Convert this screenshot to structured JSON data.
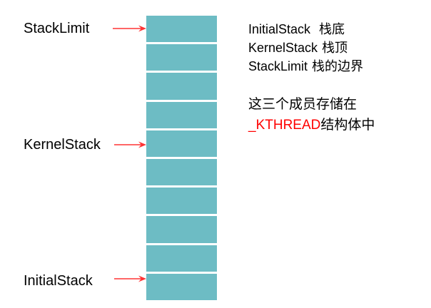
{
  "diagram": {
    "title": "kernel-stack-layout",
    "stack": {
      "block_count": 10,
      "fill_color": "#6dbcc4",
      "gap_color": "#ffffff"
    },
    "pointers": [
      {
        "label": "StackLimit",
        "target_block": 1,
        "arrow_color": "#ff3333",
        "arrow_icon": "right-arrow-icon"
      },
      {
        "label": "KernelStack",
        "target_block": 5,
        "arrow_color": "#ff3333",
        "arrow_icon": "right-arrow-icon"
      },
      {
        "label": "InitialStack",
        "target_block": 10,
        "arrow_color": "#ff3333",
        "arrow_icon": "right-arrow-icon"
      }
    ],
    "legend": [
      {
        "term": "InitialStack",
        "gloss": "栈底"
      },
      {
        "term": "KernelStack",
        "gloss": "栈顶"
      },
      {
        "term": "StackLimit",
        "gloss": "栈的边界"
      }
    ],
    "note": {
      "line1": "这三个成员存储在",
      "line2_highlight": "_KTHREAD",
      "line2_rest": "结构体中",
      "highlight_color": "#ff0000"
    }
  }
}
